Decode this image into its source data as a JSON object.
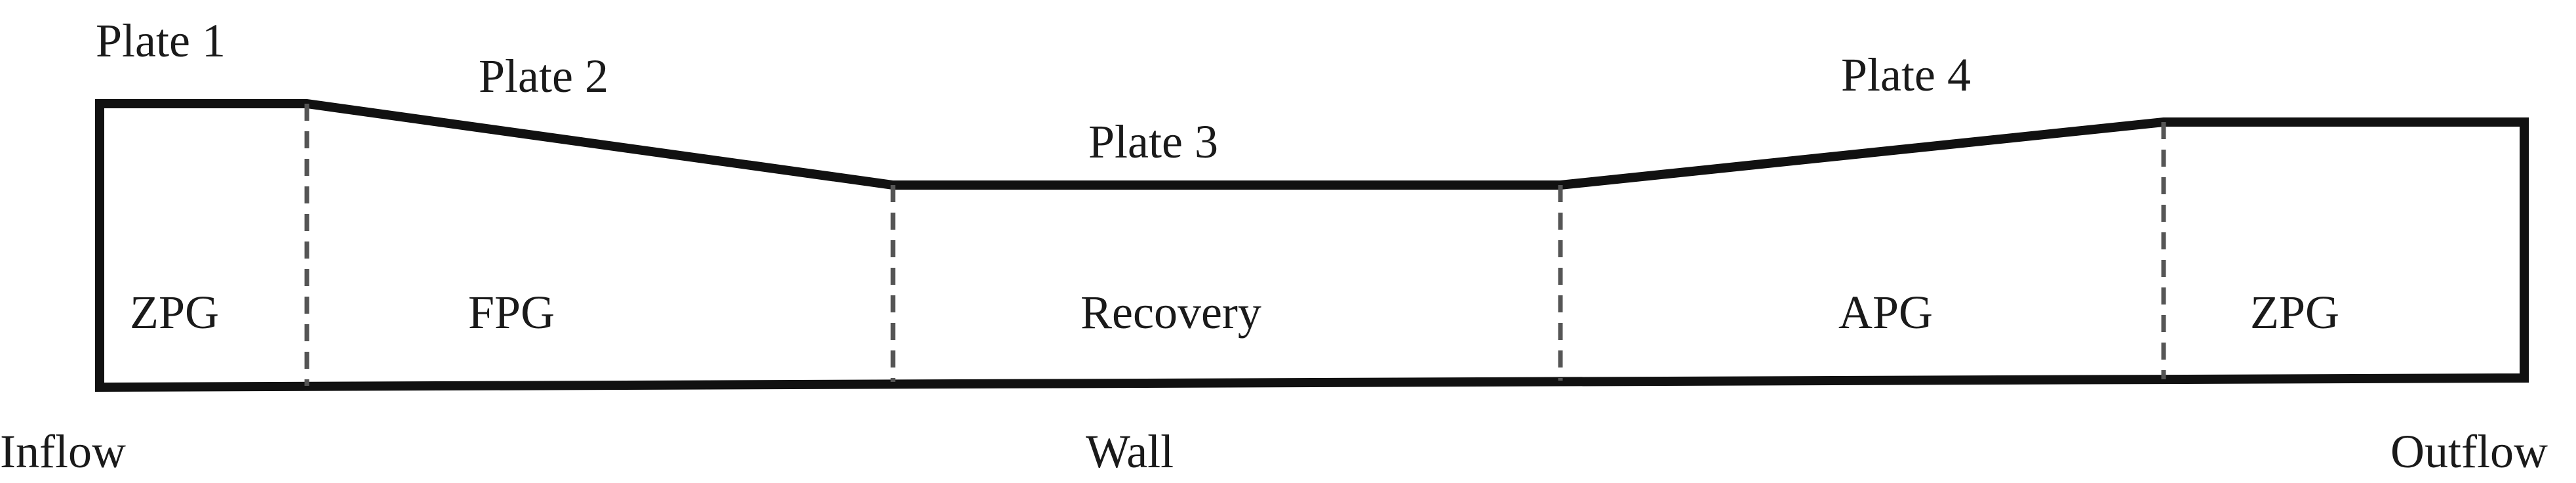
{
  "plates": [
    {
      "id": "plate-1",
      "label": "Plate 1"
    },
    {
      "id": "plate-2",
      "label": "Plate 2"
    },
    {
      "id": "plate-3",
      "label": "Plate 3"
    },
    {
      "id": "plate-4",
      "label": "Plate 4"
    }
  ],
  "regions": [
    {
      "id": "zpg-inlet",
      "label": "ZPG"
    },
    {
      "id": "fpg",
      "label": "FPG"
    },
    {
      "id": "recovery",
      "label": "Recovery"
    },
    {
      "id": "apg",
      "label": "APG"
    },
    {
      "id": "zpg-outlet",
      "label": "ZPG"
    }
  ],
  "boundaries": {
    "inflow": "Inflow",
    "wall": "Wall",
    "outflow": "Outflow"
  },
  "colors": {
    "outline": "#111111",
    "divider": "#555555",
    "text": "#1a1a1a"
  }
}
